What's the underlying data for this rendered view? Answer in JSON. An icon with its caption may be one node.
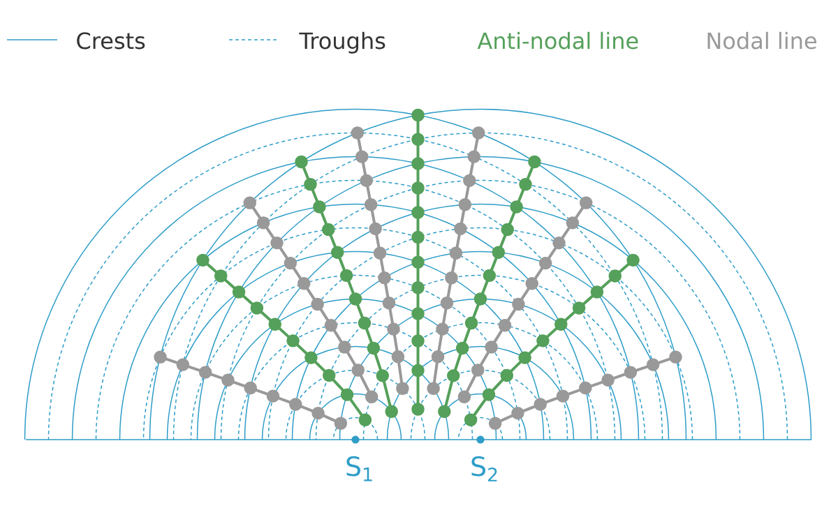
{
  "diagram": {
    "labels": [
      "S$_{1}$",
      "S$_{2}$"
    ],
    "legend": [
      {
        "text": "Crests"
      },
      {
        "text": "Troughs"
      },
      {
        "text": "Anti-nodal line"
      },
      {
        "text": "Nodal line"
      }
    ]
  }
}
